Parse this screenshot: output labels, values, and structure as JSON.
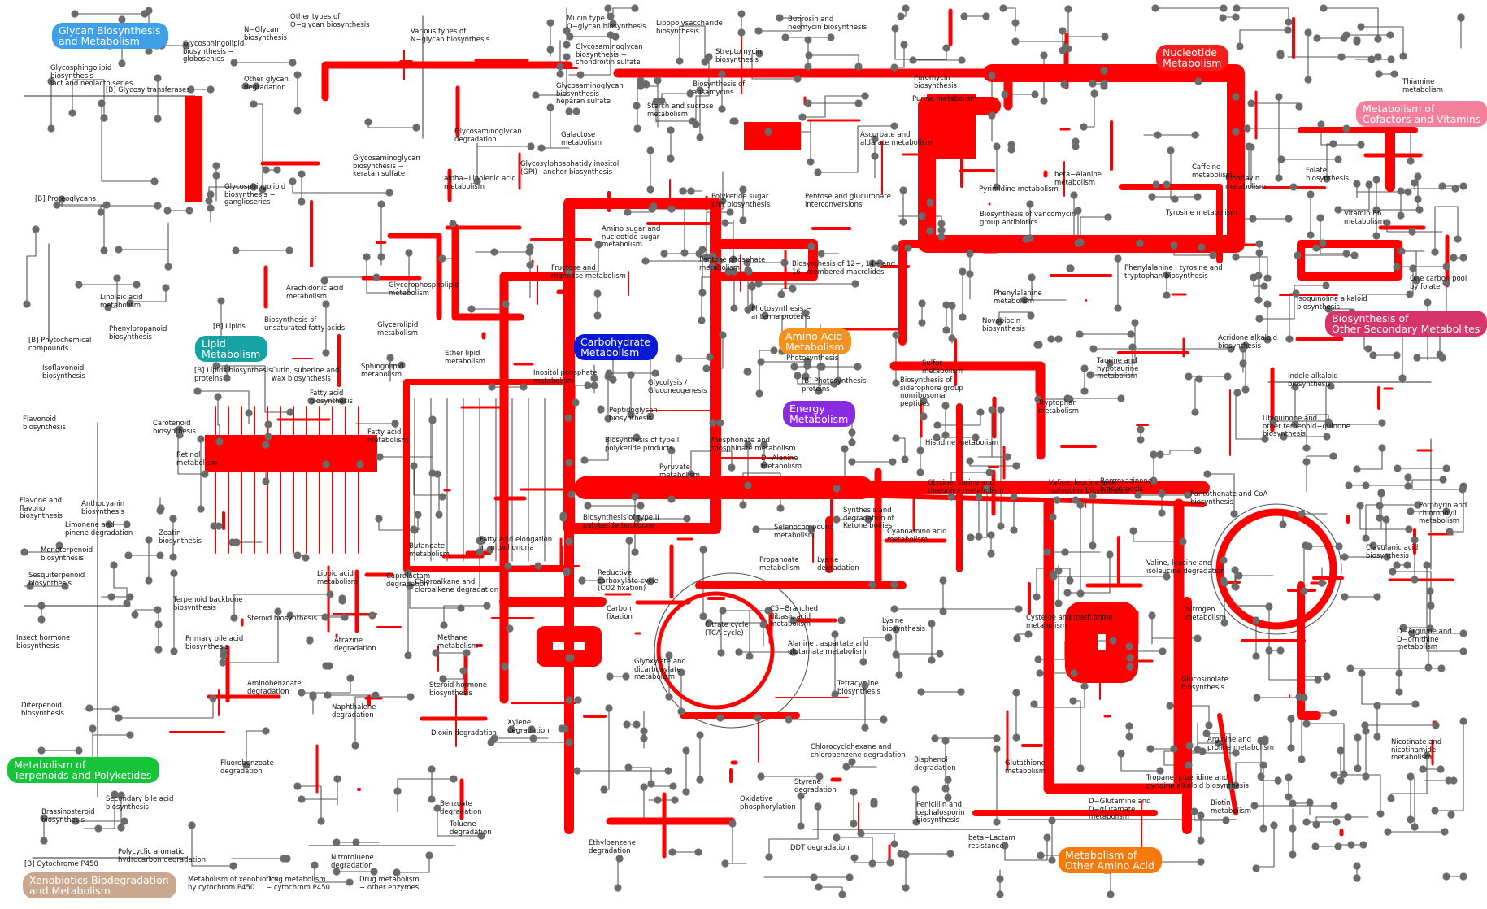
{
  "categories": {
    "glycan": {
      "label": "Glycan Biosynthesis\nand Metabolism",
      "color": "#3f9fe8"
    },
    "nucleotide": {
      "label": "Nucleotide\nMetabolism",
      "color": "#f51d1d"
    },
    "cofactors": {
      "label": "Metabolism of\nCofactors and Vitamins",
      "color": "#f47f9c"
    },
    "secondary": {
      "label": "Biosynthesis of\nOther Secondary Metabolites",
      "color": "#d6356c"
    },
    "lipid": {
      "label": "Lipid\nMetabolism",
      "color": "#16a3a3"
    },
    "carbohydrate": {
      "label": "Carbohydrate\nMetabolism",
      "color": "#0a19d6"
    },
    "aminoacid": {
      "label": "Amino Acid\nMetabolism",
      "color": "#f49220"
    },
    "energy": {
      "label": "Energy\nMetabolism",
      "color": "#8a2be2"
    },
    "terpenoids": {
      "label": "Metabolism of\nTerpenoids and Polyketides",
      "color": "#16c43a"
    },
    "xenobiotics": {
      "label": "Xenobiotics Biodegradation\nand Metabolism",
      "color": "#c9a88f"
    },
    "otheraa": {
      "label": "Metabolism of\nOther Amino Acid",
      "color": "#f57a0e"
    }
  },
  "colors": {
    "highlight": "#ff0000",
    "line": "#555555",
    "node": "#6b6b6b"
  },
  "pathways": [
    "Glycosphingolipid\nbiosynthesis −\nlact and neolacto series",
    "[B] Glycosyltransferases",
    "N−Glycan\nbiosynthesis",
    "Other types of\nO−glycan biosynthesis",
    "Glycosphingolipid\nbiosynthesis −\nglobosenies",
    "Other glycan\ndegradation",
    "Various types of\nN−glycan biosynthesis",
    "Mucin type\nO−glycan biosynthesis",
    "Glycosaminoglycan\nbiosynthesis −\nchondroitin sulfate",
    "Glycosaminoglycan\nbiosynthesis −\nheparan sulfate",
    "Glycosaminoglycan\ndegradation",
    "Lipopolysaccharide\nbiosynthesis",
    "Streptomycin\nbiosynthesis",
    "Biosynthesis of\nansamycins",
    "Starch and sucrose\nmetabolism",
    "Butirosin and\nneomycin biosynthesis",
    "Puromycin\nbiosynthesis",
    "Purine metabolism",
    "Thiamine\nmetabolism",
    "[B] Proteoglycans",
    "Glycosphingolipid\nbiosynthesis −\nganglioseries",
    "Glycosaminoglycan\nbiosynthesis −\nkeratan sulfate",
    "alpha−Linolenic acid\nmetabolism",
    "Galactose\nmetabolism",
    "Glycosylphosphatidylinositol\n(GPI)−anchor biosynthesis",
    "Polyketide sugar\nunit biosynthesis",
    "Pentose and glucuronate\ninterconversions",
    "Ascorbate and\naldarate metabolism",
    "beta−Alanine\nmetabolism",
    "Caffeine\nmetabolism",
    "Riboflavin\nmetabolism",
    "Folate\nbiosynthesis",
    "Pyrimidine metabolism",
    "Biosynthesis of vancomycin\ngroup antibiotics",
    "Tyrosine metabolism",
    "Vitamin B6\nmetabolism",
    "Amino sugar and\nnucleotide sugar\nmetabolism",
    "Pentose phosphate\nmetabolism",
    "Fructose and\nmannose metabolism",
    "Biosynthesis of 12−, 14− and\n16−membered macrolides",
    "Phenylalanine , tyrosine and\ntryptophan biosynthesis",
    "One carbon pool\nby folate",
    "Linoleic acid\nmetabolism",
    "Glycerophospholipid\nmetabolism",
    "Arachidonic acid\nmetabolism",
    "Phenylalanine\nmetabolism",
    "Isoquinoline alkaloid\nbiosynthesis",
    "Phenylpropanoid\nbiosynthesis",
    "[B] Lipids",
    "Biosynthesis of\nunsaturated fatty acids",
    "Glycerolipid\nmetabolism",
    "Photosynthesis −\nantenna proteins",
    "Novobiocin\nbiosynthesis",
    "Acridone alkaloid\nbiosynthesis",
    "[B] Phytochemical\ncompounds",
    "Ether lipid\nmetabolism",
    "Photosynthesis",
    "Sulfur\nmetabolism",
    "Taurine and\nhypotaurine\nmetabolism",
    "Isoflavonoid\nbiosynthesis",
    "[B] Lipids biosynthesis\nproteins",
    "Cutin, suberine and\nwax biosynthesis",
    "Sphingolipid\nmetabolism",
    "Inositol phosphate\nmetabolism",
    "Glycolysis /\nGluconeogenesis",
    "[B] Photosynthesis\nproteins",
    "Biosynthesis of\nsiderophore group\nnonribosomal\npeptides",
    "Indole alkaloid\nbiosynthesis",
    "Fatty acid\nbiosynthesis",
    "Peptidoglycan\nbiosynthesis",
    "Tryptophan\nmetabolism",
    "Flavonoid\nbiosynthesis",
    "Carotenoid\nbiosynthesis",
    "Fatty acid\nmetabolism",
    "Ubiquinone and\nother terpenoid−quinone\nbiosynthesis",
    "Retinol\nmetabolism",
    "Biosynthesis of type II\npolyketide products",
    "Phosphonate and\nphosphinate metabolism",
    "Histidine metabolism",
    "Pyruvate\nmetabolism",
    "D−Alanine\nmetabolism",
    "Benzoxazinone\nbiosynthesis",
    "Glycine, serine and\nthreonine metabolism",
    "Valine, leucine and\nisoleucine biosynthesis",
    "Flavone and\nflavonol\nbiosynthesis",
    "Anthocyanin\nbiosynthesis",
    "Pantothenate and CoA\nbiosynthesis",
    "Limonene and\npinene degradation",
    "Synthesis and\ndegradation of\nKetone bodies",
    "Porphyrin and\nchlorophyll\nmetabolism",
    "Zeatin\nbiosynthesis",
    "Biosynthesis of type II\npolyketide backbone",
    "Selenocompound\nmetabolism",
    "Cyanoamino acid\nmetabolism",
    "Monoterpenoid\nbiosynthesis",
    "Butanoate\nmetabolism",
    "Fatty acid elongation\nin mitochondria",
    "Propanoate\nmetabolism",
    "Lysine\ndegradation",
    "Valine, leucine and\nisoleucine degradation",
    "Clavulanic acid\nbiosynthesis",
    "Sesquiterpenoid\nbiosynthesis",
    "Lipoic acid\nmetabolism",
    "Chloroalkane and\ncloroalkene degradation",
    "Reductive\ncarboxylate cycle\n(CO2 fixation)",
    "Terpenoid backbone\nbiosynthesis",
    "Caprolactam\ndegradation",
    "Carbon\nfixation",
    "C5−Branched\ndibasic acid\nmetabolism",
    "Lysine\nbiosynthesis",
    "Cysteine and methionine\nmetabolism",
    "Nitrogen\nmetabolism",
    "Steroid biosynthesis",
    "Insect hormone\nbiosynthesis",
    "Primary bile acid\nbiosynthesis",
    "Methane\nmetabolism",
    "Citrate cycle\n(TCA cycle)",
    "Atrazine\ndegradation",
    "Alanine , aspartate and\nglutamate metabolism",
    "D−Arginine and\nD−ornithine\nmetabolism",
    "Glyoxylate and\ndicarboxylate\nmetabolism",
    "Aminobenzoate\ndegradation",
    "Steroid hormone\nbiosynthesis",
    "Tetracycline\nbiosynthesis",
    "Glucosinolate\nbiosynthesis",
    "Diterpenoid\nbiosynthesis",
    "Naphthalene\ndegradation",
    "Dioxin degradation",
    "Xylene\ndegradation",
    "Arginine and\nproline metabolism",
    "Nicotinate and\nnicotinamide\nmetabolism",
    "Chlorocyclohexane and\nchlorobenzene degradation",
    "Bisphenol\ndegradation",
    "Glutathione\nmetabolism",
    "Fluorobenzoate\ndegradation",
    "Styrene\ndegradation",
    "Tropane, piperidine and\npyridine alkaloid biosynthesis",
    "Oxidative\nphosphorylation",
    "Brassinosteroid\nbiosynthesis",
    "Secondary bile acid\nbiosynthesis",
    "Benzoate\ndegradation",
    "Penicillin and\ncephalosporin\nbiosynthesis",
    "D−Glutamine and\nD−glutamate\nmetabolism",
    "Biotin\nmetabolism",
    "Toluene\ndegradation",
    "Polycyclic aromatic\nhydrocarbon degradation",
    "Ethylbenzene\ndegradation",
    "DDT degradation",
    "[B] Cytochrome P450",
    "Nitrotoluene\ndegradation",
    "beta−Lactam\nresistance",
    "Metabolism of xenobiotics\nby cytochrom P450",
    "Drug metabolism\n− cytochrom P450",
    "Drug metabolism\n− other enzymes"
  ]
}
